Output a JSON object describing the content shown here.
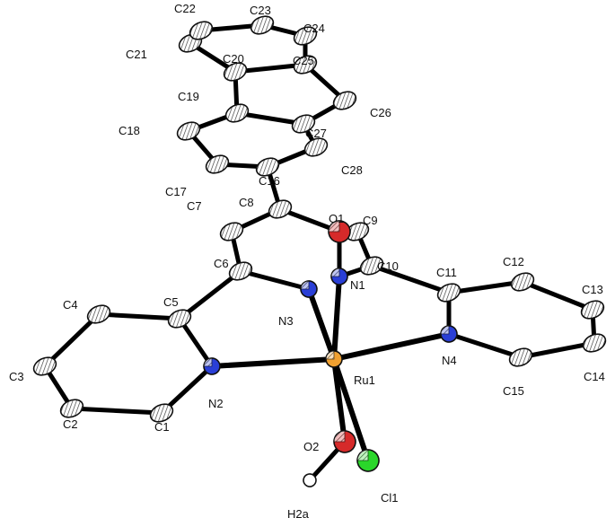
{
  "diagram": {
    "type": "ORTEP molecular structure",
    "colors": {
      "carbon": "#e6e6e6",
      "nitrogen": "#2a3fd6",
      "oxygen": "#d62a2a",
      "ruthenium": "#f0a030",
      "chlorine": "#2ad62a",
      "hydrogen": "#ffffff",
      "bond": "#000000"
    },
    "atoms": [
      {
        "id": "C1",
        "element": "C",
        "label": "C1"
      },
      {
        "id": "C2",
        "element": "C",
        "label": "C2"
      },
      {
        "id": "C3",
        "element": "C",
        "label": "C3"
      },
      {
        "id": "C4",
        "element": "C",
        "label": "C4"
      },
      {
        "id": "C5",
        "element": "C",
        "label": "C5"
      },
      {
        "id": "C6",
        "element": "C",
        "label": "C6"
      },
      {
        "id": "C7",
        "element": "C",
        "label": "C7"
      },
      {
        "id": "C8",
        "element": "C",
        "label": "C8"
      },
      {
        "id": "C9",
        "element": "C",
        "label": "C9"
      },
      {
        "id": "C10",
        "element": "C",
        "label": "C10"
      },
      {
        "id": "C11",
        "element": "C",
        "label": "C11"
      },
      {
        "id": "C12",
        "element": "C",
        "label": "C12"
      },
      {
        "id": "C13",
        "element": "C",
        "label": "C13"
      },
      {
        "id": "C14",
        "element": "C",
        "label": "C14"
      },
      {
        "id": "C15",
        "element": "C",
        "label": "C15"
      },
      {
        "id": "C16",
        "element": "C",
        "label": "C16"
      },
      {
        "id": "C17",
        "element": "C",
        "label": "C17"
      },
      {
        "id": "C18",
        "element": "C",
        "label": "C18"
      },
      {
        "id": "C19",
        "element": "C",
        "label": "C19"
      },
      {
        "id": "C20",
        "element": "C",
        "label": "C20"
      },
      {
        "id": "C21",
        "element": "C",
        "label": "C21"
      },
      {
        "id": "C22",
        "element": "C",
        "label": "C22"
      },
      {
        "id": "C23",
        "element": "C",
        "label": "C23"
      },
      {
        "id": "C24",
        "element": "C",
        "label": "C24"
      },
      {
        "id": "C25",
        "element": "C",
        "label": "C25"
      },
      {
        "id": "C26",
        "element": "C",
        "label": "C26"
      },
      {
        "id": "C27",
        "element": "C",
        "label": "C27"
      },
      {
        "id": "C28",
        "element": "C",
        "label": "C28"
      },
      {
        "id": "N1",
        "element": "N",
        "label": "N1"
      },
      {
        "id": "N2",
        "element": "N",
        "label": "N2"
      },
      {
        "id": "N3",
        "element": "N",
        "label": "N3"
      },
      {
        "id": "N4",
        "element": "N",
        "label": "N4"
      },
      {
        "id": "O1",
        "element": "O",
        "label": "O1"
      },
      {
        "id": "O2",
        "element": "O",
        "label": "O2"
      },
      {
        "id": "Ru1",
        "element": "Ru",
        "label": "Ru1"
      },
      {
        "id": "Cl1",
        "element": "Cl",
        "label": "Cl1"
      },
      {
        "id": "H2a",
        "element": "H",
        "label": "H2a"
      }
    ],
    "bonds": [
      [
        "C1",
        "C2"
      ],
      [
        "C2",
        "C3"
      ],
      [
        "C3",
        "C4"
      ],
      [
        "C4",
        "C5"
      ],
      [
        "C5",
        "N2"
      ],
      [
        "N2",
        "C1"
      ],
      [
        "C5",
        "C6"
      ],
      [
        "C6",
        "N3"
      ],
      [
        "C6",
        "C7"
      ],
      [
        "C7",
        "C8"
      ],
      [
        "C8",
        "O1"
      ],
      [
        "O1",
        "C9"
      ],
      [
        "C9",
        "C10"
      ],
      [
        "C10",
        "N1"
      ],
      [
        "C10",
        "C11"
      ],
      [
        "C11",
        "N4"
      ],
      [
        "C11",
        "C12"
      ],
      [
        "C12",
        "C13"
      ],
      [
        "C13",
        "C14"
      ],
      [
        "C14",
        "C15"
      ],
      [
        "C15",
        "N4"
      ],
      [
        "C8",
        "C16"
      ],
      [
        "C16",
        "C17"
      ],
      [
        "C17",
        "C18"
      ],
      [
        "C18",
        "C19"
      ],
      [
        "C19",
        "C20"
      ],
      [
        "C20",
        "C21"
      ],
      [
        "C21",
        "C22"
      ],
      [
        "C22",
        "C23"
      ],
      [
        "C23",
        "C24"
      ],
      [
        "C24",
        "C25"
      ],
      [
        "C25",
        "C20"
      ],
      [
        "C25",
        "C26"
      ],
      [
        "C26",
        "C27"
      ],
      [
        "C27",
        "C19"
      ],
      [
        "C27",
        "C28"
      ],
      [
        "C28",
        "C16"
      ],
      [
        "Ru1",
        "N1"
      ],
      [
        "Ru1",
        "N2"
      ],
      [
        "Ru1",
        "N3"
      ],
      [
        "Ru1",
        "N4"
      ],
      [
        "Ru1",
        "O2"
      ],
      [
        "Ru1",
        "Cl1"
      ],
      [
        "O2",
        "H2a"
      ],
      [
        "N1",
        "O1"
      ]
    ]
  }
}
